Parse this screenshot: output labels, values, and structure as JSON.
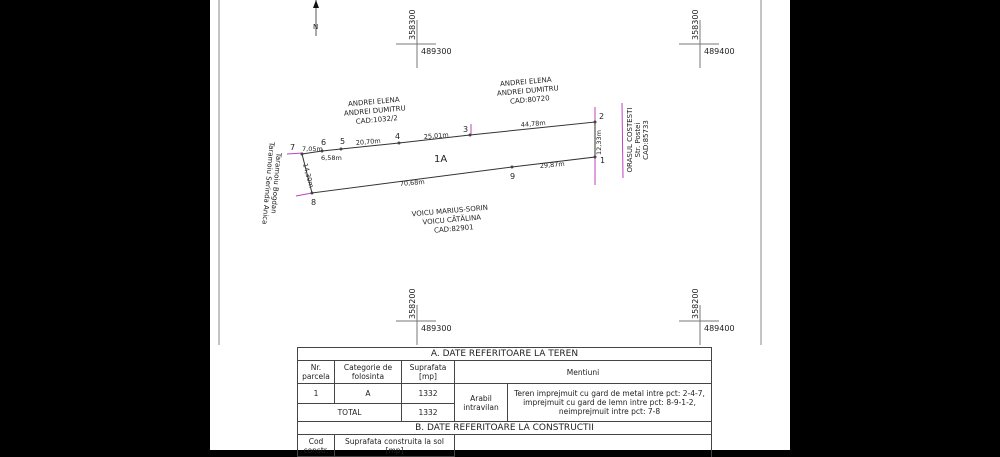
{
  "plan": {
    "north_label": "N",
    "grid": [
      {
        "northing": "358300",
        "easting": "489300"
      },
      {
        "northing": "358300",
        "easting": "489400"
      },
      {
        "northing": "358200",
        "easting": "489300"
      },
      {
        "northing": "358200",
        "easting": "489400"
      }
    ],
    "parcel_label": "1A",
    "points": [
      "1",
      "2",
      "3",
      "4",
      "5",
      "6",
      "7",
      "8",
      "9"
    ],
    "distances": [
      "7,05m",
      "6,58m",
      "20,70m",
      "25,01m",
      "44,78m",
      "12,33m",
      "29,87m",
      "70,68m",
      "14,30m"
    ],
    "neighbors": {
      "north_west": [
        "ANDREI ELENA",
        "ANDREI DUMITRU",
        "CAD:1032/2"
      ],
      "north_east": [
        "ANDREI ELENA",
        "ANDREI DUMITRU",
        "CAD:80720"
      ],
      "east": [
        "ORASUL COSTESTI",
        "Str. Postei",
        "CAD:85733"
      ],
      "south": [
        "VOICU MARIUS-SORIN",
        "VOICU CĂTĂLINA",
        "CAD:82901"
      ],
      "west": [
        "Taramoiu Bogdan",
        "Taramoiu Serinda Anica"
      ]
    },
    "boundary_marker_color": "#c040c0"
  },
  "table": {
    "section_a": "A. DATE REFERITOARE LA TEREN",
    "headers": [
      "Nr. parcela",
      "Categorie de folosinta",
      "Suprafata [mp]",
      "Mentiuni"
    ],
    "row": {
      "nr": "1",
      "categorie": "A",
      "suprafata": "1332",
      "tip": "Arabil intravilan",
      "mentiuni": "Teren imprejmuit cu gard de metal intre pct: 2-4-7, imprejmuit cu gard de lemn intre pct: 8-9-1-2, neimprejmuit intre pct: 7-8"
    },
    "total_label": "TOTAL",
    "total_value": "1332",
    "section_b": "B. DATE REFERITOARE LA CONSTRUCTII",
    "headers_b": [
      "Cod constr.",
      "Suprafata construita la sol [mp]"
    ]
  }
}
